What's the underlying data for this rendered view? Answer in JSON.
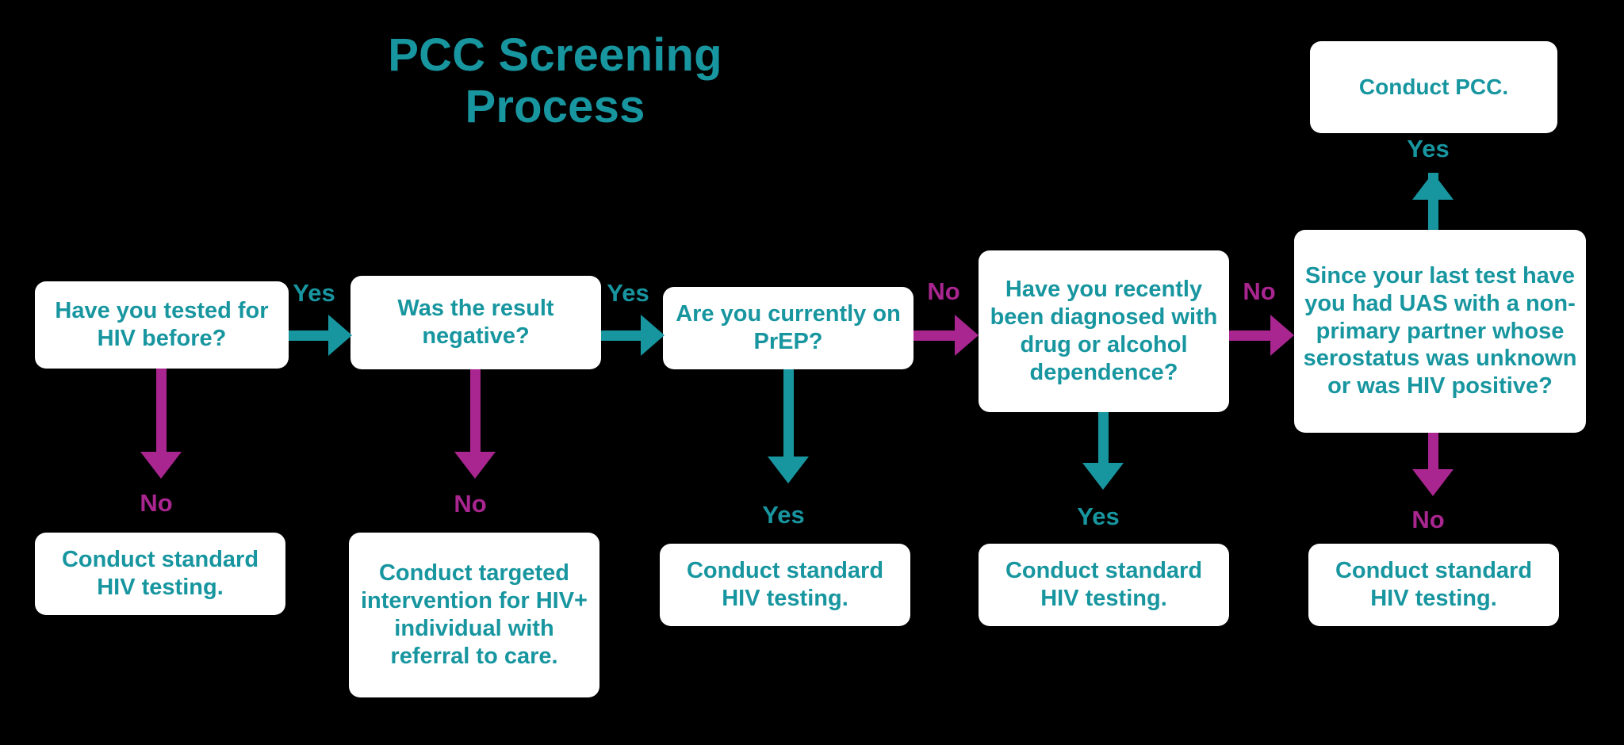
{
  "diagram": {
    "title_line1": "PCC Screening",
    "title_line2": "Process",
    "colors": {
      "teal": "#1896A0",
      "magenta": "#A9258F",
      "box_fill": "#FFFFFF",
      "background": "#000000"
    },
    "decisions": [
      {
        "id": "d1",
        "text": "Have you tested for HIV before?"
      },
      {
        "id": "d2",
        "text": "Was the result negative?"
      },
      {
        "id": "d3",
        "text": "Are you currently on PrEP?"
      },
      {
        "id": "d4",
        "text": "Have you recently been diagnosed with drug or alcohol dependence?"
      },
      {
        "id": "d5",
        "text": "Since your last test have you had UAS with a non-primary partner whose serostatus was unknown or was HIV positive?"
      }
    ],
    "outcomes": [
      {
        "id": "o1",
        "text": "Conduct standard HIV testing."
      },
      {
        "id": "o2",
        "text": "Conduct targeted intervention for HIV+ individual with referral to care."
      },
      {
        "id": "o3",
        "text": "Conduct standard HIV testing."
      },
      {
        "id": "o4",
        "text": "Conduct standard HIV testing."
      },
      {
        "id": "o5",
        "text": "Conduct standard HIV testing."
      },
      {
        "id": "o6",
        "text": "Conduct PCC."
      }
    ],
    "edges": [
      {
        "id": "e1",
        "from": "d1",
        "to": "d2",
        "label": "Yes",
        "color": "teal",
        "direction": "right"
      },
      {
        "id": "e2",
        "from": "d2",
        "to": "d3",
        "label": "Yes",
        "color": "teal",
        "direction": "right"
      },
      {
        "id": "e3",
        "from": "d3",
        "to": "d4",
        "label": "No",
        "color": "magenta",
        "direction": "right"
      },
      {
        "id": "e4",
        "from": "d4",
        "to": "d5",
        "label": "No",
        "color": "magenta",
        "direction": "right"
      },
      {
        "id": "e5",
        "from": "d1",
        "to": "o1",
        "label": "No",
        "color": "magenta",
        "direction": "down"
      },
      {
        "id": "e6",
        "from": "d2",
        "to": "o2",
        "label": "No",
        "color": "magenta",
        "direction": "down"
      },
      {
        "id": "e7",
        "from": "d3",
        "to": "o3",
        "label": "Yes",
        "color": "teal",
        "direction": "down"
      },
      {
        "id": "e8",
        "from": "d4",
        "to": "o4",
        "label": "Yes",
        "color": "teal",
        "direction": "down"
      },
      {
        "id": "e9",
        "from": "d5",
        "to": "o5",
        "label": "No",
        "color": "magenta",
        "direction": "down"
      },
      {
        "id": "e10",
        "from": "d5",
        "to": "o6",
        "label": "Yes",
        "color": "teal",
        "direction": "up"
      }
    ]
  }
}
